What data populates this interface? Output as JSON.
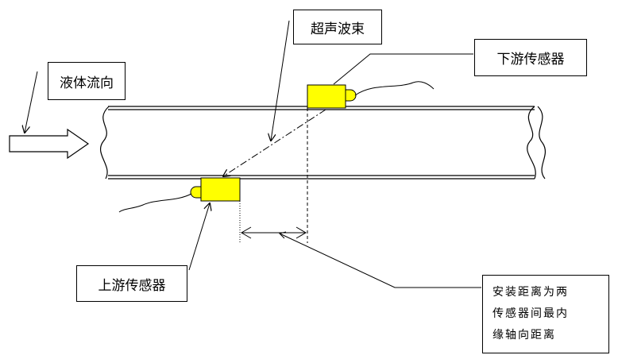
{
  "labels": {
    "flow_direction": "液体流向",
    "ultrasonic_beam": "超声波束",
    "downstream_sensor": "下游传感器",
    "upstream_sensor": "上游传感器",
    "distance_note": [
      "安装距离为两",
      "传感器间最内",
      "缘轴向距离"
    ]
  },
  "colors": {
    "sensor_fill": "#ffff00",
    "line": "#000000",
    "background": "#ffffff"
  },
  "icons": {
    "flow_arrow": "hollow-right-arrow",
    "pipe_break": "wavy-break-lines",
    "sensor": "clamp-on-transducer",
    "dimension": "double-headed-arrow"
  }
}
